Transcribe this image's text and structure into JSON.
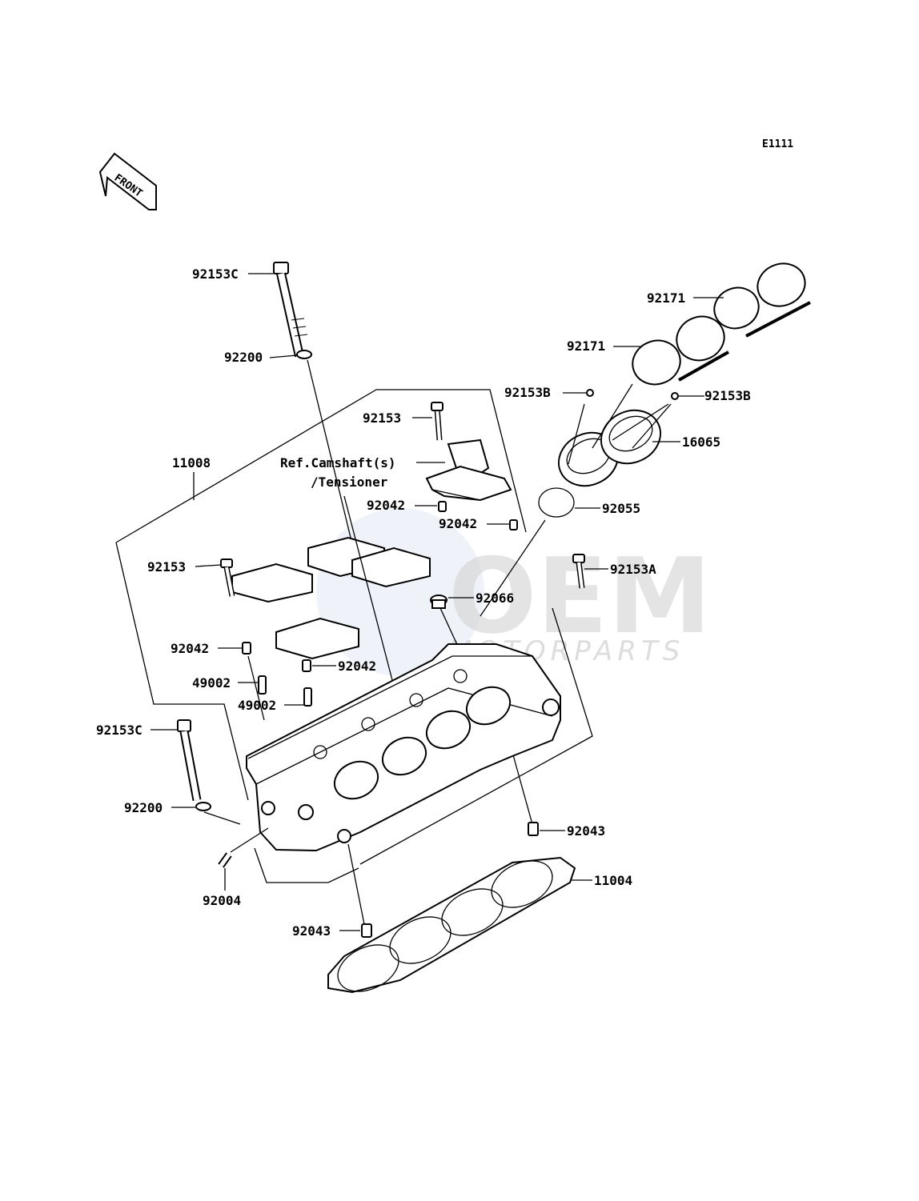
{
  "diagram_code": "E1111",
  "front_arrow": {
    "text": "FRONT"
  },
  "watermark": {
    "brand": "OEM",
    "subtitle": "MOTORPARTS"
  },
  "labels": {
    "p92153C_top": "92153C",
    "p92200_top": "92200",
    "p92171_a": "92171",
    "p92171_b": "92171",
    "p92153B_left": "92153B",
    "p92153B_right": "92153B",
    "p16065": "16065",
    "p92153_top": "92153",
    "p11008": "11008",
    "ref_camshaft_1": "Ref.Camshaft(s)",
    "ref_camshaft_2": "/Tensioner",
    "p92042_a": "92042",
    "p92042_b": "92042",
    "p92055": "92055",
    "p92153_mid": "92153",
    "p92153A": "92153A",
    "p92066": "92066",
    "p92042_c": "92042",
    "p92042_d": "92042",
    "p49002_a": "49002",
    "p49002_b": "49002",
    "p92153C_bottom": "92153C",
    "p92200_bottom": "92200",
    "p92043_right": "92043",
    "p11004": "11004",
    "p92004": "92004",
    "p92043_bottom": "92043"
  }
}
